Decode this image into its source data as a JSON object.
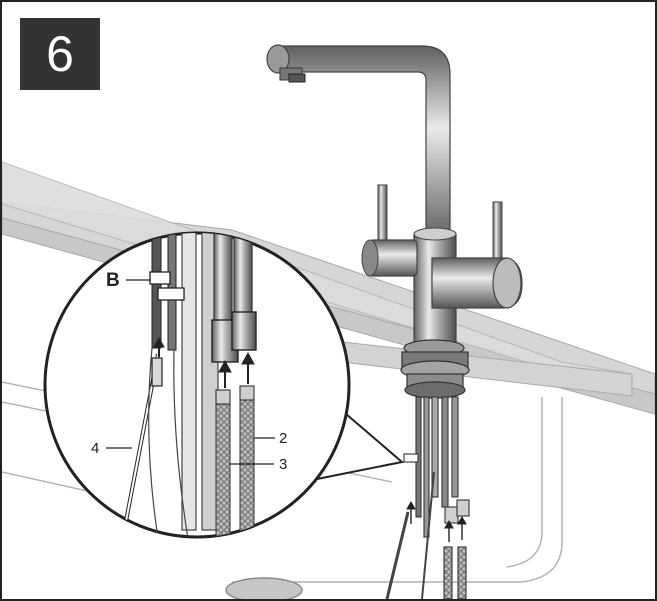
{
  "step": {
    "number": "6"
  },
  "callouts": {
    "b": "B",
    "c2": "2",
    "c3": "3",
    "c4": "4"
  },
  "colors": {
    "counter_top": "#d8d8d8",
    "counter_edge": "#c4c4c4",
    "chrome_dark": "#6e6e6e",
    "chrome_light": "#e6e6e6",
    "badge": "#333333",
    "line": "#2a2a2a"
  }
}
